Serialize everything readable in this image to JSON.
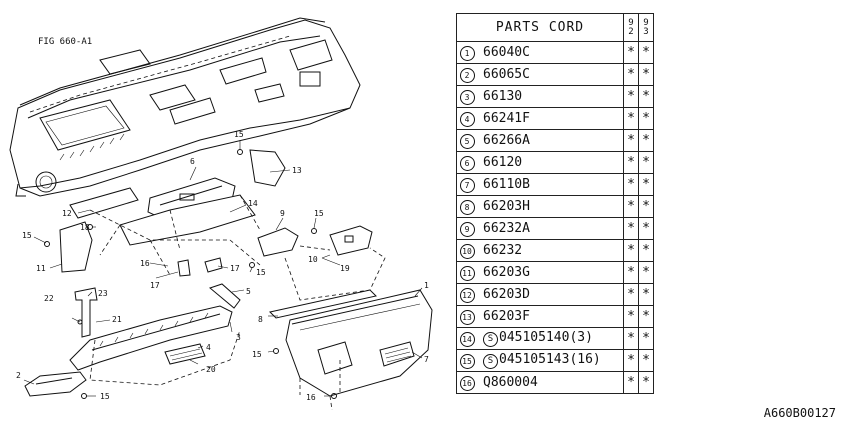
{
  "figure_label": "FIG 660-A1",
  "reference_code": "A660B00127",
  "table": {
    "header": "PARTS CORD",
    "years": [
      [
        "9",
        "2"
      ],
      [
        "9",
        "3"
      ]
    ],
    "rows": [
      {
        "num": "1",
        "code": "66040C",
        "s": false,
        "m1": "*",
        "m2": "*"
      },
      {
        "num": "2",
        "code": "66065C",
        "s": false,
        "m1": "*",
        "m2": "*"
      },
      {
        "num": "3",
        "code": "66130",
        "s": false,
        "m1": "*",
        "m2": "*"
      },
      {
        "num": "4",
        "code": "66241F",
        "s": false,
        "m1": "*",
        "m2": "*"
      },
      {
        "num": "5",
        "code": "66266A",
        "s": false,
        "m1": "*",
        "m2": "*"
      },
      {
        "num": "6",
        "code": "66120",
        "s": false,
        "m1": "*",
        "m2": "*"
      },
      {
        "num": "7",
        "code": "66110B",
        "s": false,
        "m1": "*",
        "m2": "*"
      },
      {
        "num": "8",
        "code": "66203H",
        "s": false,
        "m1": "*",
        "m2": "*"
      },
      {
        "num": "9",
        "code": "66232A",
        "s": false,
        "m1": "*",
        "m2": "*"
      },
      {
        "num": "10",
        "code": "66232",
        "s": false,
        "m1": "*",
        "m2": "*"
      },
      {
        "num": "11",
        "code": "66203G",
        "s": false,
        "m1": "*",
        "m2": "*"
      },
      {
        "num": "12",
        "code": "66203D",
        "s": false,
        "m1": "*",
        "m2": "*"
      },
      {
        "num": "13",
        "code": "66203F",
        "s": false,
        "m1": "*",
        "m2": "*"
      },
      {
        "num": "14",
        "code": "045105140(3)",
        "s": true,
        "m1": "*",
        "m2": "*"
      },
      {
        "num": "15",
        "code": "045105143(16)",
        "s": true,
        "m1": "*",
        "m2": "*"
      },
      {
        "num": "16",
        "code": "Q860004",
        "s": false,
        "m1": "*",
        "m2": "*"
      }
    ],
    "s_symbol": "S"
  },
  "callouts": [
    "1",
    "2",
    "3",
    "4",
    "5",
    "6",
    "7",
    "8",
    "9",
    "10",
    "11",
    "12",
    "13",
    "14",
    "15",
    "16",
    "17",
    "18",
    "19",
    "20",
    "21",
    "22",
    "23"
  ]
}
